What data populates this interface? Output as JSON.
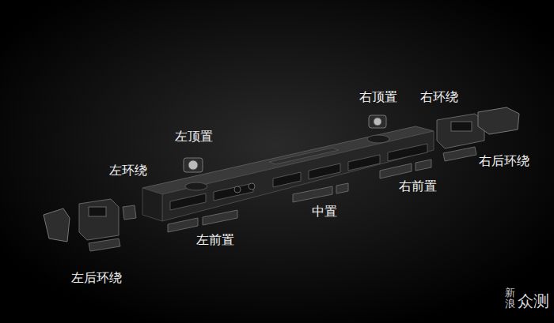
{
  "diagram": {
    "labels": [
      "右顶置",
      "右环绕",
      "左顶置",
      "右后环绕",
      "左环绕",
      "右前置",
      "中置",
      "左前置",
      "左后环绕",
      "新浪",
      "众测"
    ]
  }
}
